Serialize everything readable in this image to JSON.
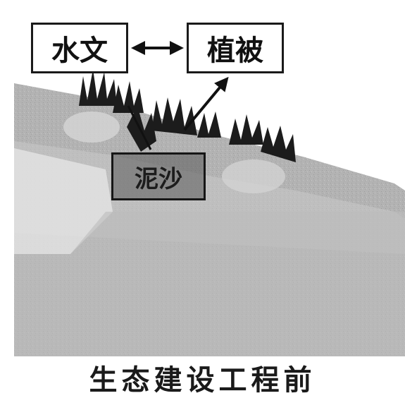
{
  "labels": {
    "water": "水文",
    "vegetation": "植被",
    "sediment": "泥沙"
  },
  "caption": "生态建设工程前",
  "colors": {
    "slope": "#b5b5b5",
    "slope_dark": "#9a9a9a",
    "vegetation": "#1c1c1c",
    "arrow": "#111111",
    "box_border": "#1a1a1a"
  }
}
